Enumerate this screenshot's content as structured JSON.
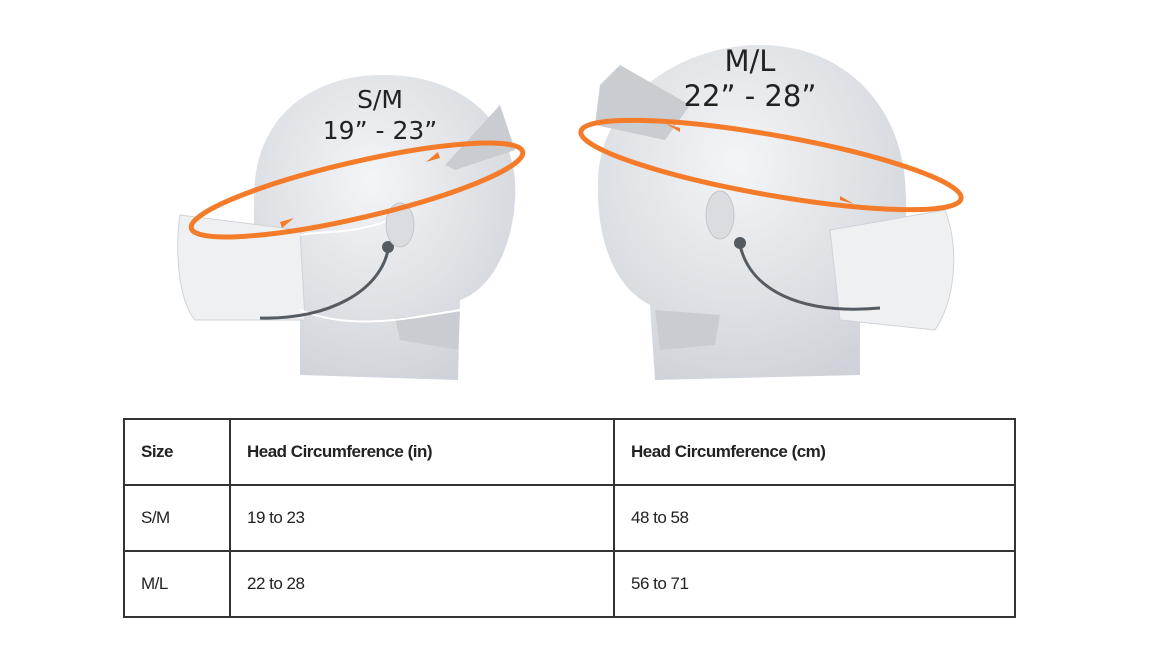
{
  "illustrations": [
    {
      "size": "S/M",
      "range": "19” - 23”"
    },
    {
      "size": "M/L",
      "range": "22” - 28”"
    }
  ],
  "colors": {
    "accent": "#f47b2a",
    "head": "#e4e7ec",
    "strap": "#c9ccd1"
  },
  "table": {
    "headers": [
      "Size",
      "Head Circumference (in)",
      "Head Circumference (cm)"
    ],
    "rows": [
      [
        "S/M",
        "19 to 23",
        "48 to 58"
      ],
      [
        "M/L",
        "22 to 28",
        "56 to 71"
      ]
    ]
  }
}
